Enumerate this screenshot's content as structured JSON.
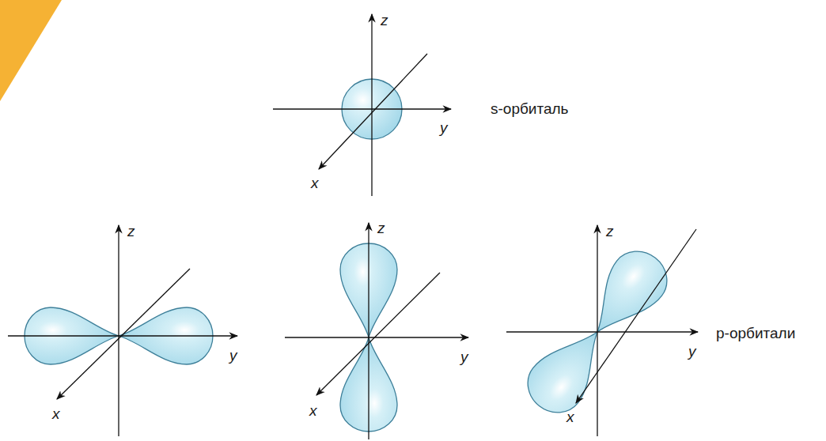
{
  "diagram": {
    "labels": [
      "z",
      "y",
      "x",
      "s-орбиталь",
      "z",
      "y",
      "x",
      "z",
      "y",
      "x",
      "z",
      "y",
      "x",
      "p-орбитали"
    ]
  }
}
